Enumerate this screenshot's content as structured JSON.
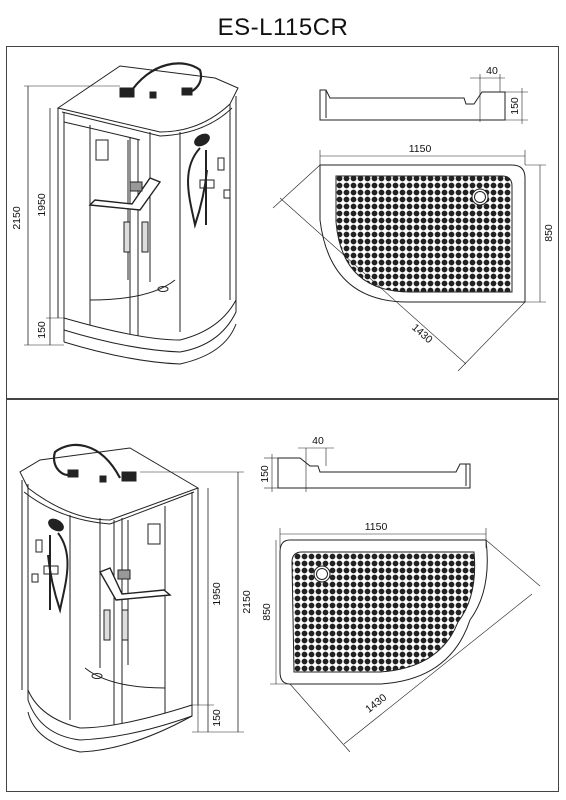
{
  "title": "ES-L115CR",
  "top_variant": {
    "cabin_height_total": "2150",
    "cabin_height_glass": "1950",
    "tray_height": "150",
    "profile_step": "40",
    "profile_height": "150",
    "tray_width": "1150",
    "tray_depth": "850",
    "tray_diagonal": "1430"
  },
  "bottom_variant": {
    "cabin_height_total": "2150",
    "cabin_height_glass": "1950",
    "tray_height": "150",
    "profile_step": "40",
    "profile_height": "150",
    "tray_width": "1150",
    "tray_depth": "850",
    "tray_diagonal": "1430"
  }
}
